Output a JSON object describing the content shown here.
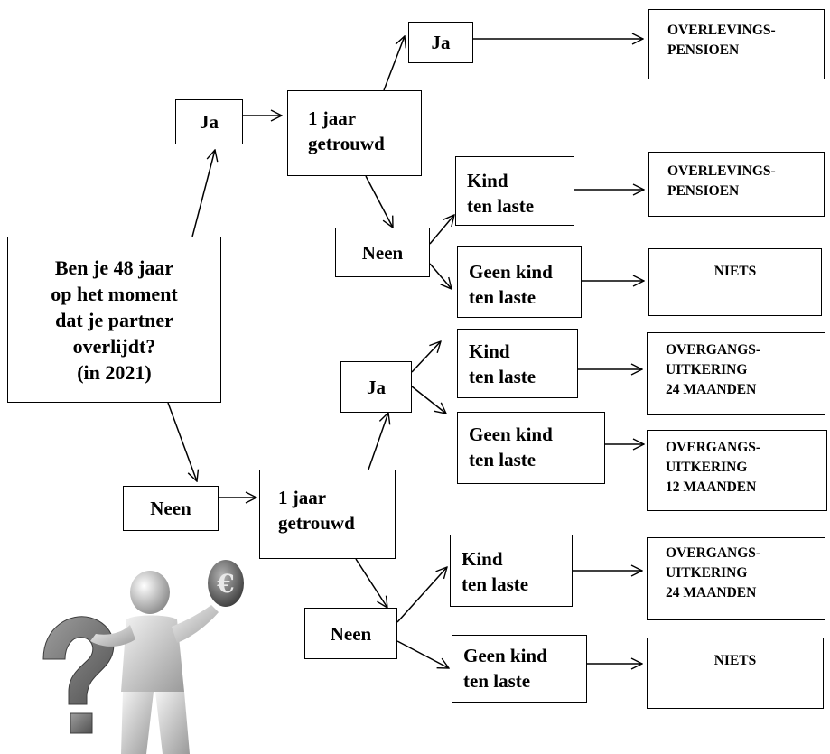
{
  "nodes": {
    "start": "Ben je 48 jaar\nop het moment\ndat je partner\noverlijdt?\n(in 2021)",
    "top_ja": "Ja",
    "top_married": "1 jaar\ngetrouwd",
    "top_married_ja": "Ja",
    "top_married_neen": "Neen",
    "top_kind": "Kind\nten laste",
    "top_geen_kind": "Geen kind\nten laste",
    "bot_neen": "Neen",
    "bot_married": "1 jaar\ngetrouwd",
    "bot_married_ja": "Ja",
    "bot_ja_kind": "Kind\nten laste",
    "bot_ja_geen_kind": "Geen kind\nten laste",
    "bot_married_neen": "Neen",
    "bot_neen_kind": "Kind\nten laste",
    "bot_neen_geen_kind": "Geen kind\nten laste"
  },
  "results": {
    "r1": "OVERLEVINGS-\nPENSIOEN",
    "r2": "OVERLEVINGS-\nPENSIOEN",
    "r3": "NIETS",
    "r4": "OVERGANGS-\nUITKERING\n24 MAANDEN",
    "r5": "OVERGANGS-\nUITKERING\n12 MAANDEN",
    "r6": "OVERGANGS-\nUITKERING\n24 MAANDEN",
    "r7": "NIETS"
  },
  "illustration": {
    "description_icon": "person-holding-euro-coin-with-question-mark",
    "coin_symbol": "€",
    "question_symbol": "?"
  }
}
